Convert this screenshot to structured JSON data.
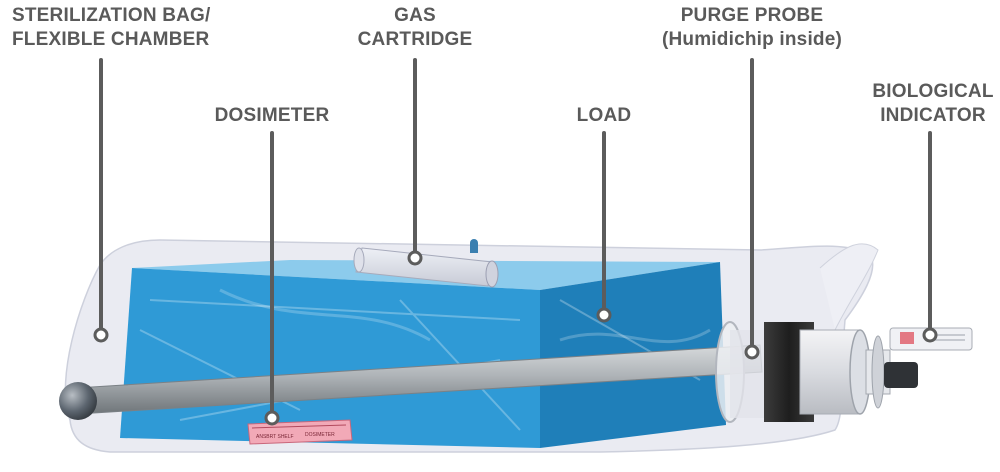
{
  "labels": {
    "sterilization_bag": {
      "line1": "STERILIZATION BAG/",
      "line2": "FLEXIBLE CHAMBER"
    },
    "gas_cartridge": {
      "line1": "GAS",
      "line2": "CARTRIDGE"
    },
    "purge_probe": {
      "line1": "PURGE PROBE",
      "line2": "(Humidichip inside)"
    },
    "dosimeter": {
      "line1": "DOSIMETER"
    },
    "load": {
      "line1": "LOAD"
    },
    "biological_indicator": {
      "line1": "BIOLOGICAL",
      "line2": "INDICATOR"
    }
  },
  "dosimeter_text": {
    "left": "ANSBRT SHELF",
    "right": "DOSIMETER"
  },
  "colors": {
    "label_text": "#5a5a5a",
    "leader_line": "#5c5c5c",
    "load_box": "#2f9ad6",
    "bag_film": "#e6e7f0",
    "probe_rod": "#a9aeb2",
    "band_dark": "#2c2c2c"
  }
}
